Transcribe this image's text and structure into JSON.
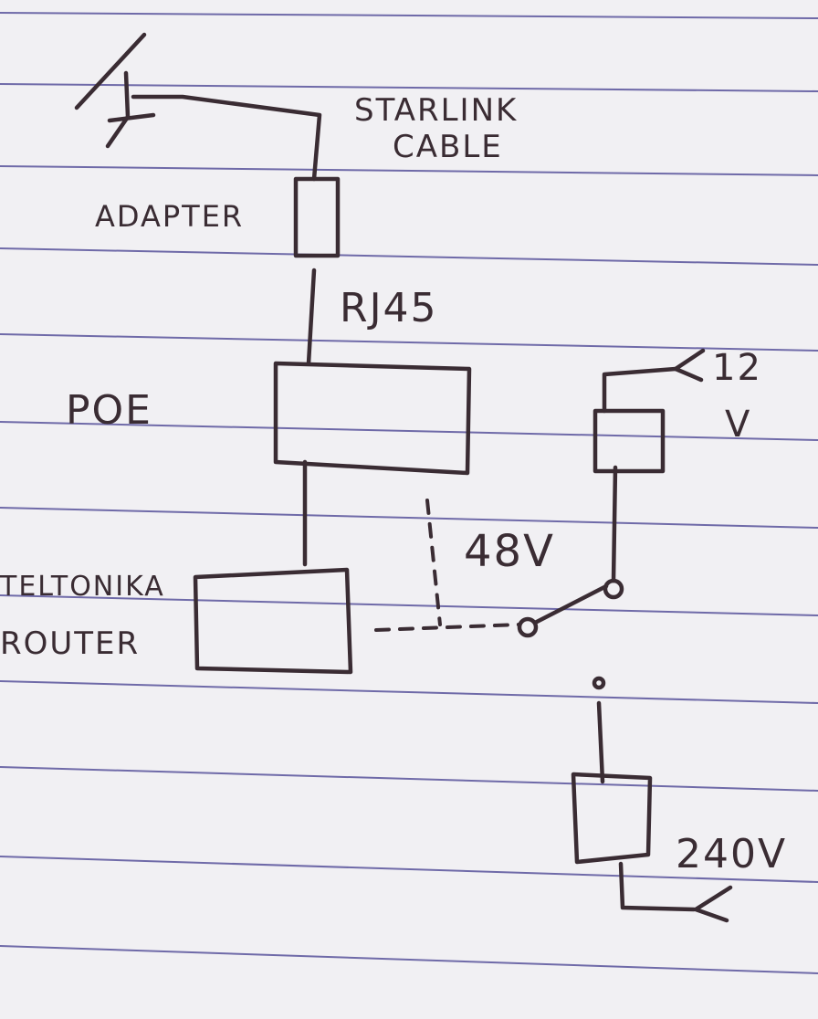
{
  "labels": {
    "starlink_cable": [
      "STARLINK",
      "CABLE"
    ],
    "adapter": "ADAPTER",
    "rj45": "RJ45",
    "poe": "POE",
    "twelve_v": [
      "12",
      "V"
    ],
    "forty_eight_v": "48V",
    "teltonika_router": [
      "TELTONIKA",
      "ROUTER"
    ],
    "two_forty_v": "240V"
  },
  "colors": {
    "paper": "#f1f0f3",
    "ink": "#3a2c33",
    "rule": "#6f6aa8"
  },
  "icons": {
    "dish": "satellite-dish-icon",
    "plug_12v": "plug-icon",
    "plug_240v": "plug-icon"
  }
}
